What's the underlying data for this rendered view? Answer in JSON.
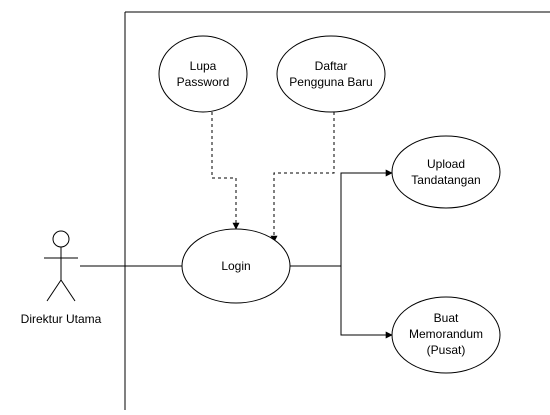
{
  "diagram": {
    "actor": {
      "name": "Direktur Utama"
    },
    "use_cases": {
      "lupa_password": [
        "Lupa",
        "Password"
      ],
      "daftar_pengguna_baru": [
        "Daftar",
        "Pengguna Baru"
      ],
      "login": [
        "Login"
      ],
      "upload_tandatangan": [
        "Upload",
        "Tandatangan"
      ],
      "buat_memorandum": [
        "Buat",
        "Memorandum",
        "(Pusat)"
      ]
    },
    "relations": [
      {
        "from": "actor",
        "to": "login",
        "style": "solid"
      },
      {
        "from": "lupa_password",
        "to": "login",
        "style": "dashed"
      },
      {
        "from": "daftar_pengguna_baru",
        "to": "login",
        "style": "dashed"
      },
      {
        "from": "login",
        "to": "upload_tandatangan",
        "style": "solid"
      },
      {
        "from": "login",
        "to": "buat_memorandum",
        "style": "solid"
      }
    ],
    "colors": {
      "line": "#000000",
      "fill": "#ffffff"
    }
  }
}
